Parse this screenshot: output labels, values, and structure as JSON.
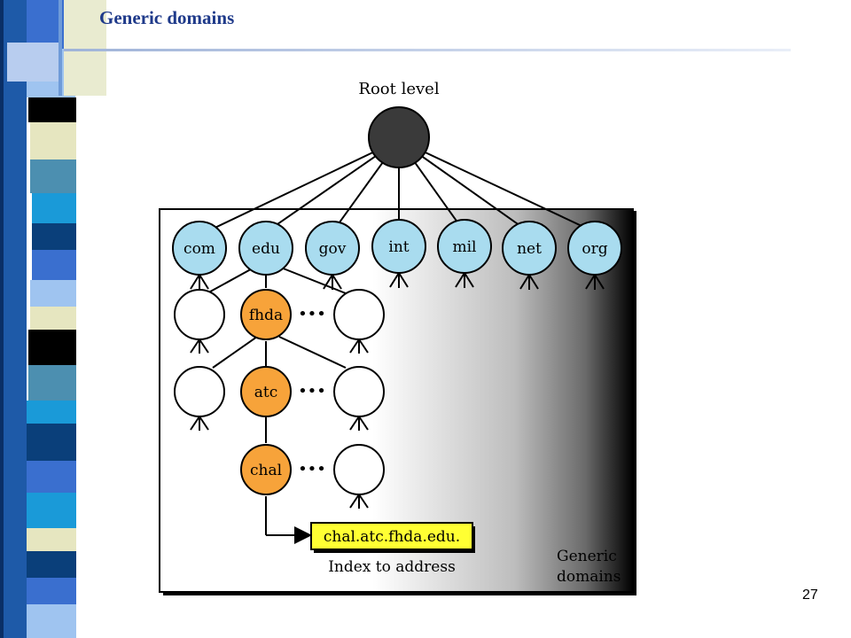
{
  "slide": {
    "title": "Generic domains",
    "page_number": "27"
  },
  "diagram": {
    "root_label": "Root level",
    "top_level_domains": [
      "com",
      "edu",
      "gov",
      "int",
      "mil",
      "net",
      "org"
    ],
    "path_nodes": [
      "fhda",
      "atc",
      "chal"
    ],
    "ellipsis": "•••",
    "result_label": "chal.atc.fhda.edu.",
    "index_caption": "Index to address",
    "region_caption_line1": "Generic",
    "region_caption_line2": "domains"
  },
  "colors": {
    "slide_title": "#1f3a8a",
    "tld_fill": "#a9dcef",
    "path_fill": "#f7a33a",
    "root_fill": "#3a3a3a",
    "result_box": "#ffff33"
  }
}
